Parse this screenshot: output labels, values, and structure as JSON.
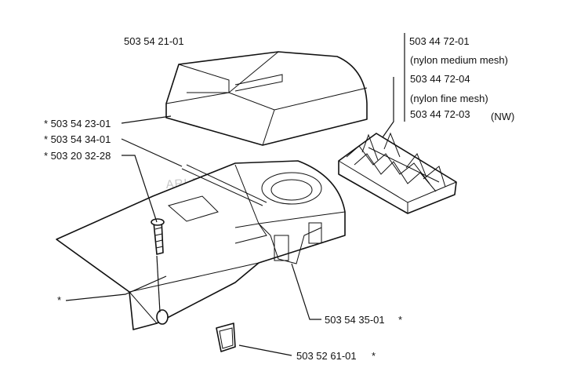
{
  "watermark": "ARI PartStream",
  "parts": {
    "top_cover": "503 54 21-01",
    "filter_header": "503 44 72-01",
    "filter_medium": "(nylon medium mesh)",
    "filter_fine_num": "503 44 72-04",
    "filter_fine": "(nylon fine mesh)",
    "filter_nw_num": "503 44 72-03",
    "filter_nw": "(NW)",
    "left_1": "* 503 54 23-01",
    "left_2": "* 503 54 34-01",
    "left_3": "* 503 20 32-28",
    "left_star": "*",
    "lower_1": "503 54 35-01",
    "lower_1_star": "*",
    "lower_2": "503 52 61-01",
    "lower_2_star": "*"
  }
}
